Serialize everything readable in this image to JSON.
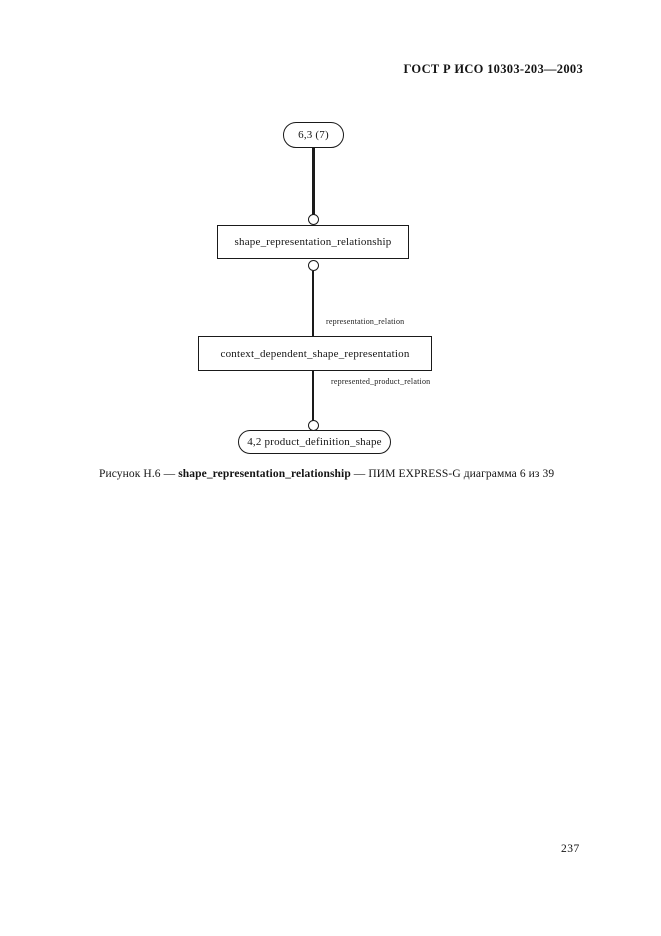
{
  "page": {
    "header": "ГОСТ Р ИСО 10303-203—2003",
    "page_number": "237",
    "ink_color": "#1a1a1a",
    "background_color": "#ffffff"
  },
  "diagram": {
    "type": "express-g",
    "page_ref_top": "6,3 (7)",
    "entity_top": "shape_representation_relationship",
    "relation_top": "representation_relation",
    "entity_bottom": "context_dependent_shape_representation",
    "relation_bottom": "represented_product_relation",
    "page_ref_bottom": "4,2 product_definition_shape"
  },
  "caption": {
    "prefix": "Рисунок Н.6 — ",
    "bold": "shape_representation_relationship",
    "suffix": " — ПИМ EXPRESS-G диаграмма 6 из 39"
  }
}
